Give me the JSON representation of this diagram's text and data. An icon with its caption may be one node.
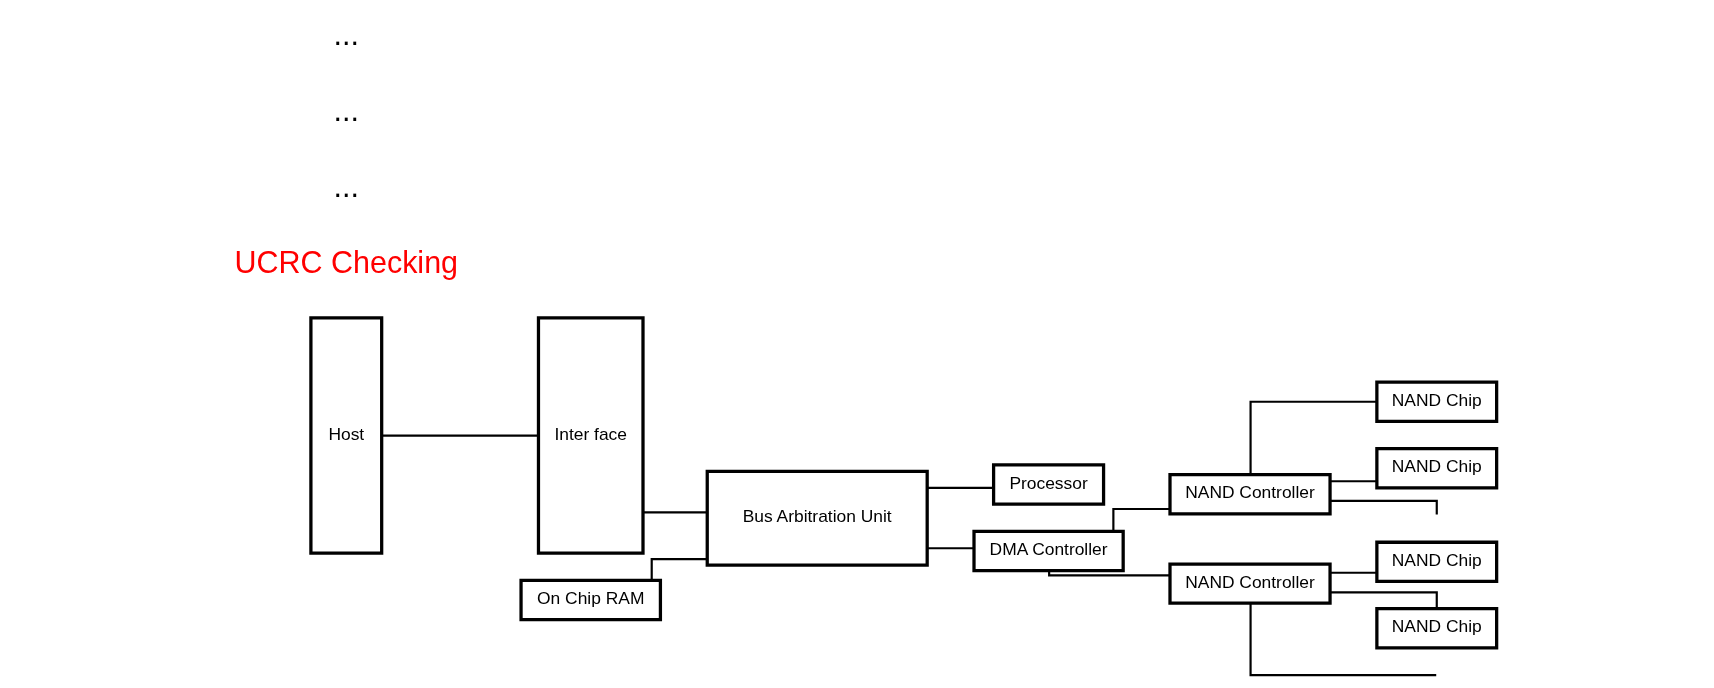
{
  "diagram": {
    "nodes": [
      {
        "text": [
          "Host"
        ]
      },
      {
        "text": [
          "Inter face"
        ]
      },
      {
        "text": [
          "On Chip RAM"
        ]
      },
      {
        "text": [
          "Bus Arbitration Unit"
        ]
      },
      {
        "text": [
          "Processor"
        ]
      },
      {
        "text": [
          "DMA Controller"
        ]
      },
      {
        "text": [
          "NAND Controller"
        ]
      },
      {
        "text": [
          "NAND Chip"
        ]
      },
      {
        "text": [
          "NAND Chip"
        ]
      },
      {
        "text": [
          "NAND Controller"
        ]
      },
      {
        "text": [
          "NAND Chip"
        ]
      },
      {
        "text": [
          "NAND Chip"
        ]
      }
    ],
    "edges": [
      {
        "from": 0,
        "to": 1,
        "arrow": "none"
      },
      {
        "from": 1,
        "to": 3,
        "arrow": "none"
      },
      {
        "from": 2,
        "to": 3,
        "arrow": "none"
      },
      {
        "from": 3,
        "to": 4,
        "arrow": "none"
      },
      {
        "from": 3,
        "to": 5,
        "arrow": "none"
      },
      {
        "from": 5,
        "to": 6,
        "arrow": "none"
      },
      {
        "from": 5,
        "to": 9,
        "arrow": "none"
      },
      {
        "from": 6,
        "to": 7,
        "arrow": "none"
      },
      {
        "from": 6,
        "to": 8,
        "arrow": "none"
      },
      {
        "from": 6,
        "to": null,
        "arrow": "none"
      },
      {
        "from": 9,
        "to": 10,
        "arrow": "none"
      },
      {
        "from": 9,
        "to": 11,
        "arrow": "none"
      },
      {
        "from": 9,
        "to": null,
        "arrow": "none"
      }
    ],
    "labels": [
      "UCRC Checking",
      "...",
      "...",
      "..."
    ]
  }
}
